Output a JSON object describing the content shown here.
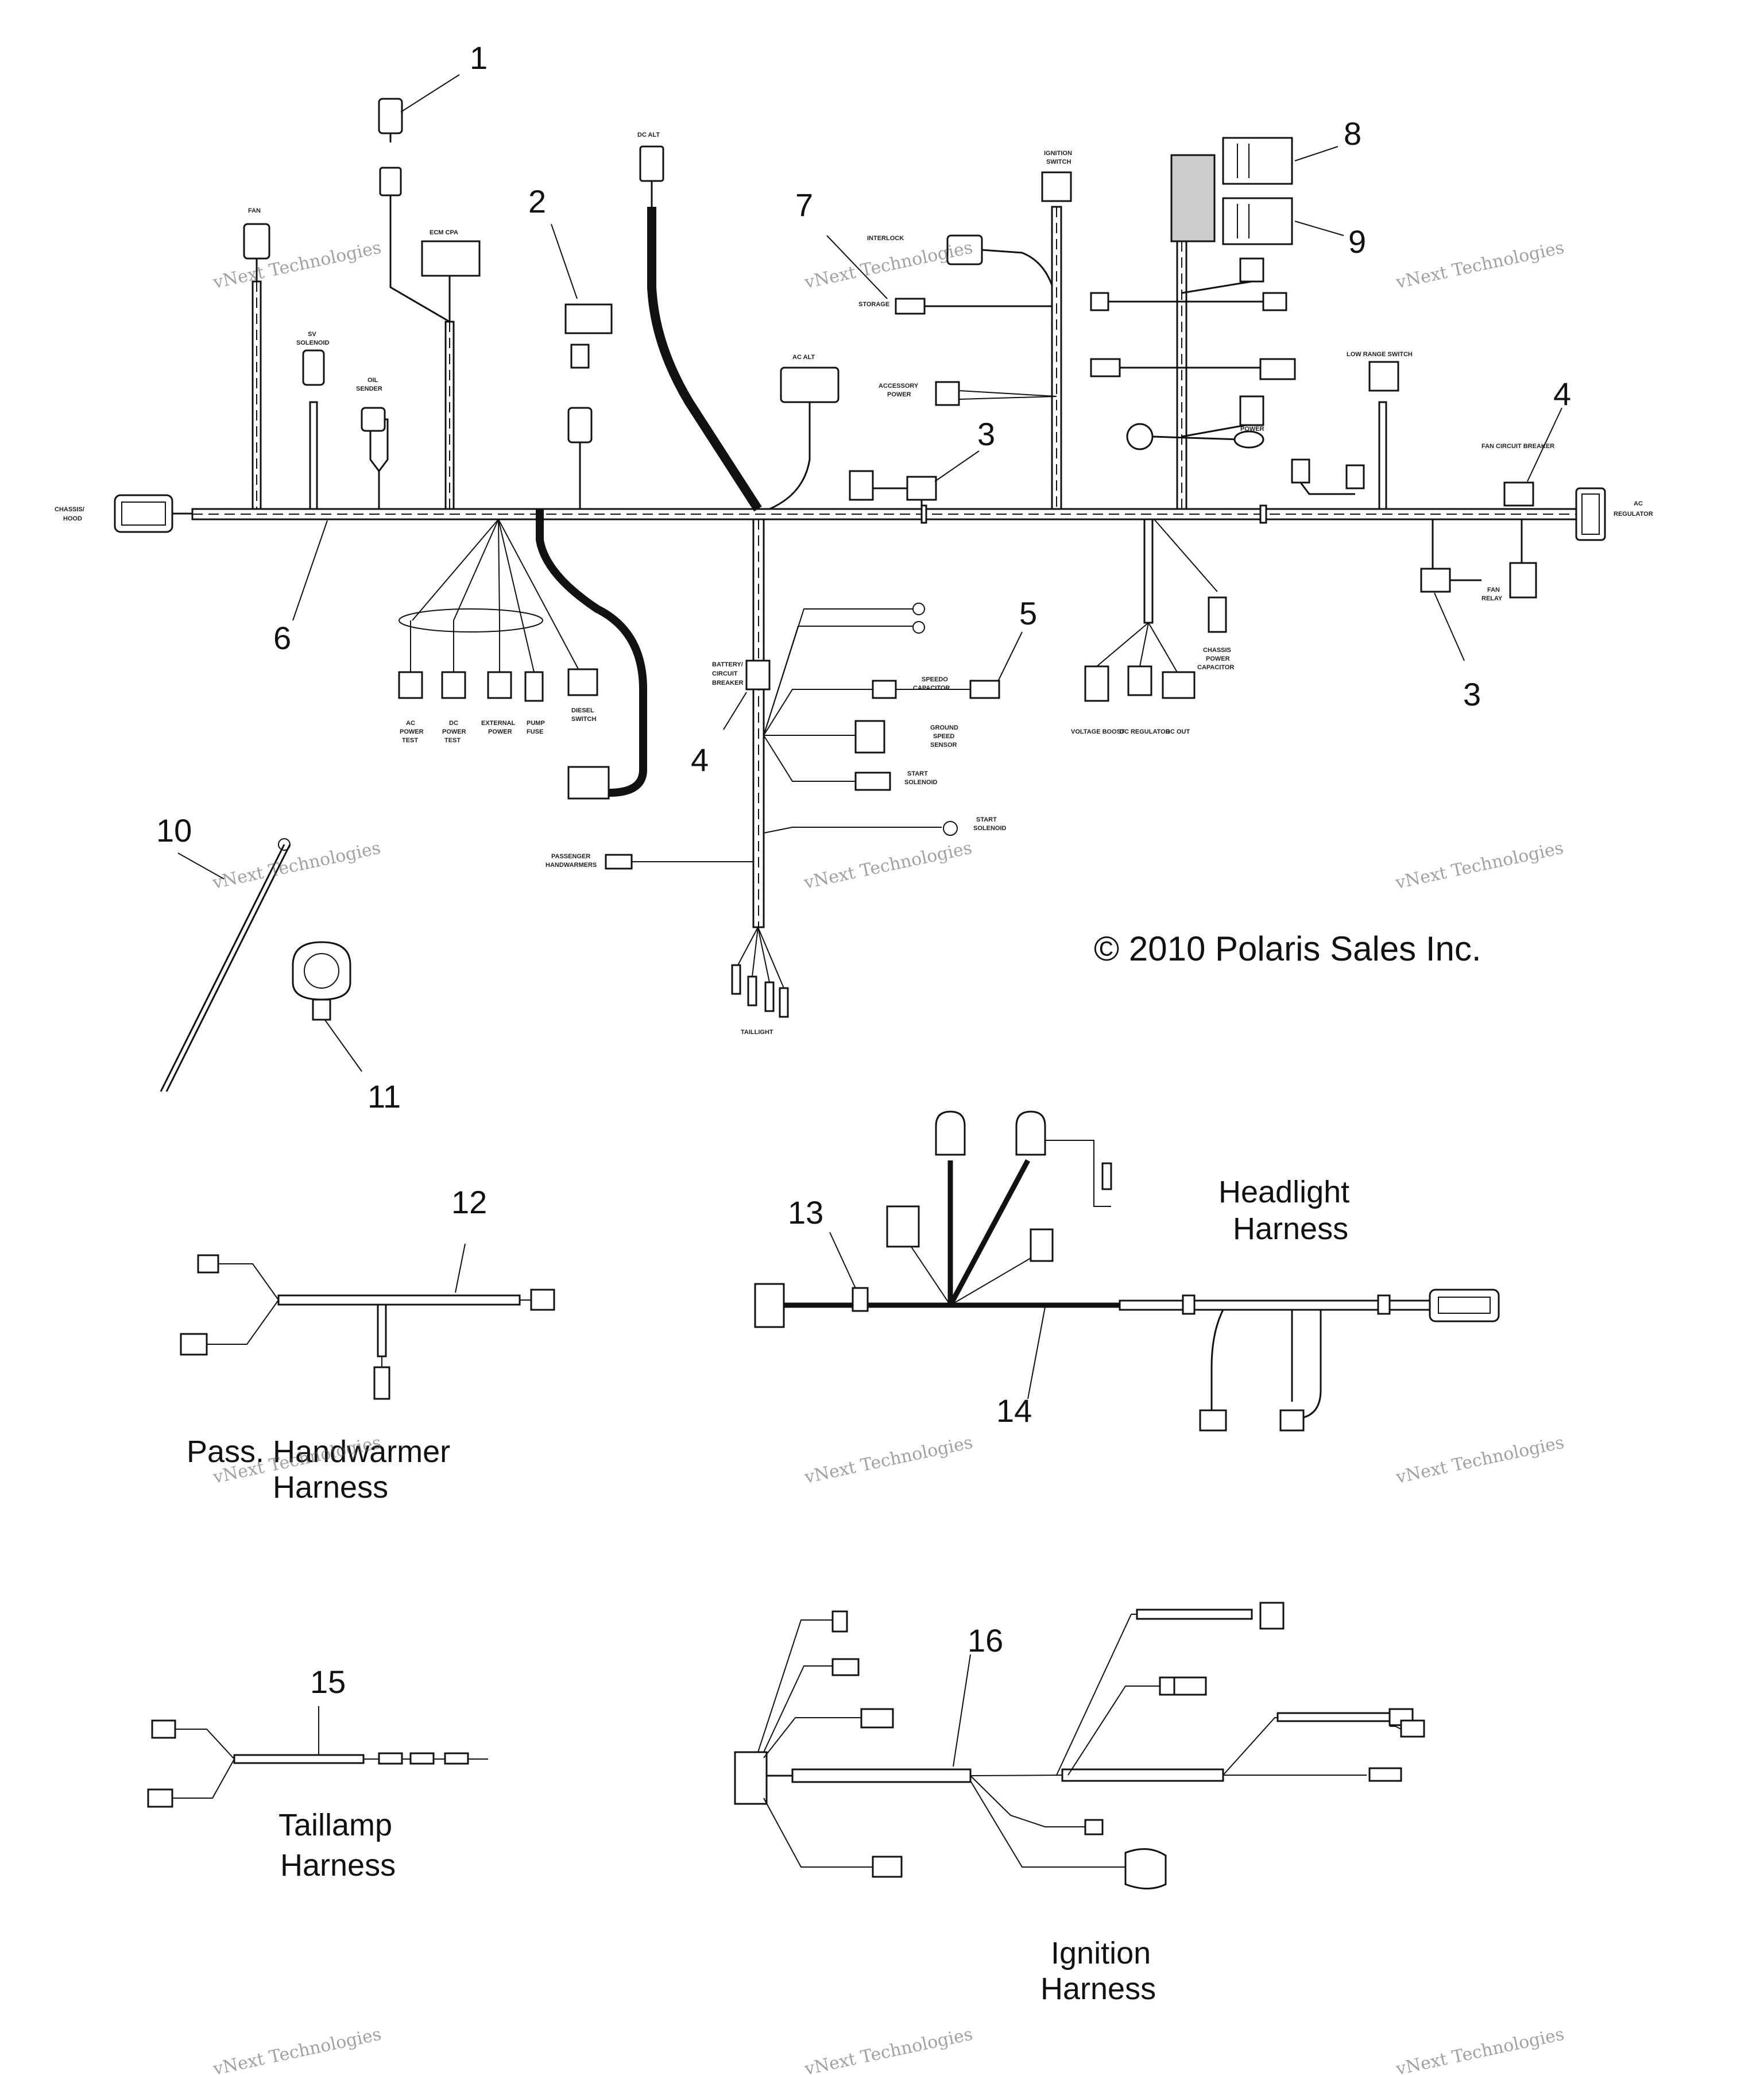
{
  "callouts": {
    "c1": "1",
    "c2": "2",
    "c3a": "3",
    "c3b": "3",
    "c4a": "4",
    "c4b": "4",
    "c5": "5",
    "c6": "6",
    "c7": "7",
    "c8": "8",
    "c9": "9",
    "c10": "10",
    "c11": "11",
    "c12": "12",
    "c13": "13",
    "c14": "14",
    "c15": "15",
    "c16": "16"
  },
  "copyright": "© 2010 Polaris Sales Inc.",
  "harness_titles": {
    "headlight_1": "Headlight",
    "headlight_2": "Harness",
    "handwarmer_1": "Pass. Handwarmer",
    "handwarmer_2": "Harness",
    "taillamp_1": "Taillamp",
    "taillamp_2": "Harness",
    "ignition_1": "Ignition",
    "ignition_2": "Harness"
  },
  "labels": {
    "chassis_hood_1": "CHASSIS/",
    "chassis_hood_2": "HOOD",
    "fan": "FAN",
    "ecm": "ECM CPA",
    "dc_alt": "DC ALT",
    "ignition_switch_1": "IGNITION",
    "ignition_switch_2": "SWITCH",
    "interlock": "INTERLOCK",
    "storage": "STORAGE",
    "ac_alt": "AC ALT",
    "accessory_power_1": "ACCESSORY",
    "accessory_power_2": "POWER",
    "low_range_switch": "LOW RANGE SWITCH",
    "fan_circuit_breaker": "FAN CIRCUIT BREAKER",
    "ac_regulator_1": "AC",
    "ac_regulator_2": "REGULATOR",
    "fan_relay_1": "FAN",
    "fan_relay_2": "RELAY",
    "battery_cb_1": "BATTERY/",
    "battery_cb_2": "CIRCUIT",
    "battery_cb_3": "BREAKER",
    "speedo_capacitor_1": "SPEEDO",
    "speedo_capacitor_2": "CAPACITOR",
    "ground_speed_1": "GROUND",
    "ground_speed_2": "SPEED",
    "ground_speed_3": "SENSOR",
    "start_solenoid_1": "START",
    "start_solenoid_2": "SOLENOID",
    "start_solenoid_b_1": "START",
    "start_solenoid_b_2": "SOLENOID",
    "passenger_handwarmers_1": "PASSENGER",
    "passenger_handwarmers_2": "HANDWARMERS",
    "taillight": "TAILLIGHT",
    "voltage_boost": "VOLTAGE BOOST",
    "dc_regulator": "DC REGULATOR",
    "dc_out": "DC OUT",
    "chassis_power_cap_1": "CHASSIS",
    "chassis_power_cap_2": "POWER",
    "chassis_power_cap_3": "CAPACITOR",
    "ac_power_test_1": "AC",
    "ac_power_test_2": "POWER",
    "ac_power_test_3": "TEST",
    "dc_power_test_1": "DC",
    "dc_power_test_2": "POWER",
    "dc_power_test_3": "TEST",
    "external_power_1": "EXTERNAL",
    "external_power_2": "POWER",
    "pump_fuse_1": "PUMP",
    "pump_fuse_2": "FUSE",
    "diesel_switch_1": "DIESEL",
    "diesel_switch_2": "SWITCH",
    "sv_solenoid_1": "SV",
    "sv_solenoid_2": "SOLENOID",
    "oil_sender_1": "OIL",
    "oil_sender_2": "SENDER",
    "power": "POWER"
  },
  "watermark": {
    "line1": "vNext Technologies",
    "line2": "vNext Technologies"
  },
  "colors": {
    "line": "#111111",
    "background": "#ffffff",
    "watermark": "#bbbbbb"
  }
}
